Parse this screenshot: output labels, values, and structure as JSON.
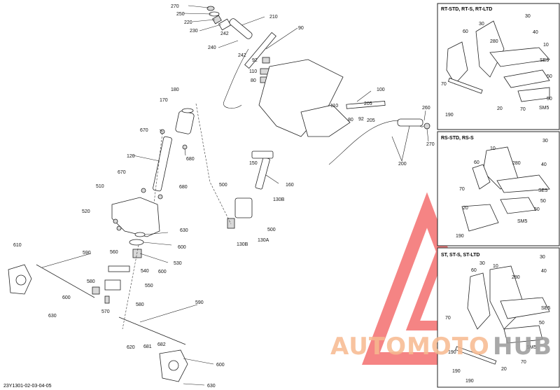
{
  "diagram_code": "23Y1301-02-03-04-05",
  "panels": {
    "rt": {
      "title": "RT-STD, RT-S, RT-LTD"
    },
    "rs": {
      "title": "RS-STD, RS-S"
    },
    "st": {
      "title": "ST, ST-S, ST-LTD"
    }
  },
  "watermark": {
    "text_a": "AUTOMOTO",
    "text_b": "HUB",
    "color_a": "#f7b98f",
    "color_b": "#9a9a9a",
    "logo_color": "#f25b5b"
  },
  "labels": {
    "l270a": "270",
    "l250": "250",
    "l220": "220",
    "l230": "230",
    "l210": "210",
    "l242a": "242",
    "l242b": "242",
    "l240": "240",
    "l90": "90",
    "l92a": "92",
    "l110a": "110",
    "l80a": "80",
    "l180": "180",
    "l170": "170",
    "l670a": "670",
    "l680a": "680",
    "l120": "120",
    "l670b": "670",
    "l680b": "680",
    "l510": "510",
    "l520": "520",
    "l630a": "630",
    "l600a": "600",
    "l530": "530",
    "l600b": "600",
    "l540": "540",
    "l560": "560",
    "l550": "550",
    "l580a": "580",
    "l580b": "580",
    "l570": "570",
    "l590a": "590",
    "l590b": "590",
    "l610": "610",
    "l600c": "600",
    "l630b": "630",
    "l620": "620",
    "l681": "681",
    "l682": "682",
    "l600d": "600",
    "l630c": "630",
    "l150": "150",
    "l160": "160",
    "l130b1": "130B",
    "l500a": "500",
    "l500b": "500",
    "l130b2": "130B",
    "l130a": "130A",
    "l100": "100",
    "l110b": "110",
    "l205a": "205",
    "l80b": "80",
    "l92b": "92",
    "l205b": "205",
    "l260": "260",
    "l270b": "270",
    "l200": "200",
    "rt30a": "30",
    "rt30b": "30",
    "rt40": "40",
    "rt60": "60",
    "rt280": "280",
    "rt10": "10",
    "rtse5": "SE5",
    "rt50a": "50",
    "rt70a": "70",
    "rt50b": "50",
    "rt190": "190",
    "rt20": "20",
    "rt70b": "70",
    "rtsm5": "SM5",
    "rs10": "10",
    "rs30": "30",
    "rs60": "60",
    "rs280": "280",
    "rs40": "40",
    "rs70": "70",
    "rsse5": "SE5",
    "rs50a": "50",
    "rs20": "20",
    "rs50b": "50",
    "rssm5": "SM5",
    "rs190": "190",
    "st30a": "30",
    "st30b": "30",
    "st10": "10",
    "st60": "60",
    "st40": "40",
    "st280": "280",
    "stse5": "SE5",
    "st70a": "70",
    "st50": "50",
    "stsm5": "SM5",
    "st70b": "70",
    "st190a": "190",
    "st20": "20",
    "st190b": "190"
  }
}
